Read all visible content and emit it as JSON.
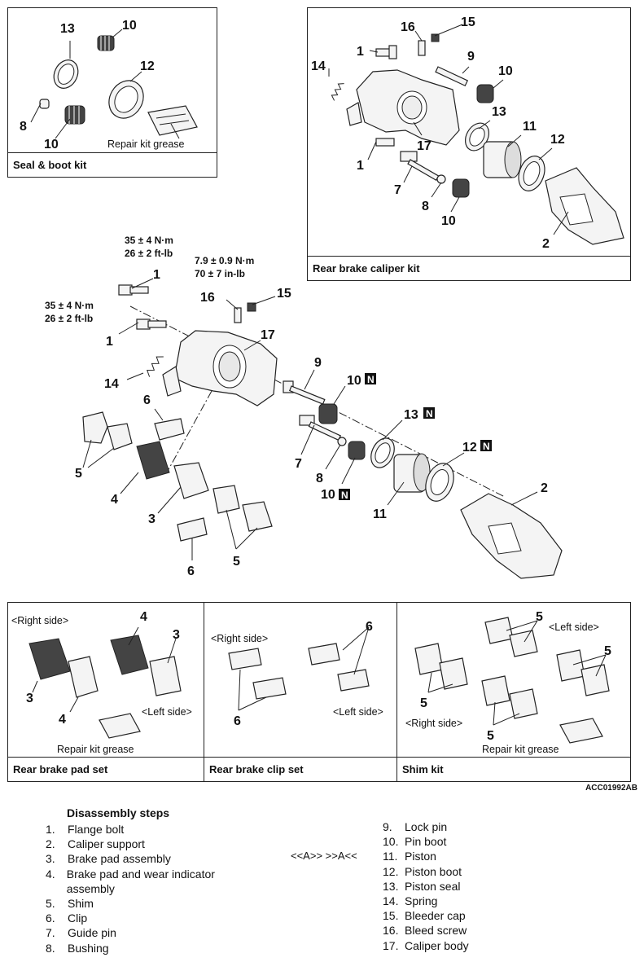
{
  "seal_boot_kit": {
    "caption": "Seal & boot kit",
    "grease_label": "Repair kit grease",
    "callouts": [
      "13",
      "10",
      "12",
      "8",
      "10"
    ]
  },
  "caliper_kit": {
    "caption": "Rear brake caliper kit",
    "callouts": [
      "16",
      "15",
      "1",
      "14",
      "9",
      "10",
      "13",
      "11",
      "12",
      "17",
      "1",
      "7",
      "8",
      "10",
      "2"
    ]
  },
  "main_diagram": {
    "torque_1a": "35 ± 4 N·m",
    "torque_1b": "26 ± 2 ft-lb",
    "torque_2a": "35 ± 4 N·m",
    "torque_2b": "26 ± 2 ft-lb",
    "torque_3a": "7.9 ± 0.9 N·m",
    "torque_3b": "70 ± 7 in-lb",
    "new_mark": "N",
    "callouts": [
      "1",
      "16",
      "15",
      "1",
      "17",
      "14",
      "9",
      "10",
      "6",
      "5",
      "4",
      "3",
      "13",
      "7",
      "8",
      "12",
      "10",
      "11",
      "2",
      "6",
      "5"
    ]
  },
  "pad_set": {
    "caption": "Rear brake pad set",
    "right_side": "<Right side>",
    "left_side": "<Left side>",
    "grease_label": "Repair kit grease",
    "callouts": [
      "4",
      "3",
      "3",
      "4"
    ]
  },
  "clip_set": {
    "caption": "Rear brake clip set",
    "right_side": "<Right side>",
    "left_side": "<Left side>",
    "callouts": [
      "6",
      "6"
    ]
  },
  "shim_kit": {
    "caption": "Shim kit",
    "right_side": "<Right side>",
    "left_side": "<Left side>",
    "grease_label": "Repair kit grease",
    "callouts": [
      "5",
      "5",
      "5",
      "5"
    ]
  },
  "doc_code": "ACC01992AB",
  "steps_title": "Disassembly steps",
  "ref_markers": "<<A>>   >>A<<",
  "steps_left": [
    {
      "n": "1.",
      "t": "Flange bolt"
    },
    {
      "n": "2.",
      "t": "Caliper support"
    },
    {
      "n": "3.",
      "t": "Brake pad assembly"
    },
    {
      "n": "4.",
      "t": "Brake pad and wear indicator assembly"
    },
    {
      "n": "5.",
      "t": "Shim"
    },
    {
      "n": "6.",
      "t": "Clip"
    },
    {
      "n": "7.",
      "t": "Guide pin"
    },
    {
      "n": "8.",
      "t": "Bushing"
    }
  ],
  "steps_right": [
    {
      "n": "9.",
      "t": "Lock pin"
    },
    {
      "n": "10.",
      "t": "Pin boot"
    },
    {
      "n": "11.",
      "t": "Piston"
    },
    {
      "n": "12.",
      "t": "Piston boot"
    },
    {
      "n": "13.",
      "t": "Piston seal"
    },
    {
      "n": "14.",
      "t": "Spring"
    },
    {
      "n": "15.",
      "t": "Bleeder cap"
    },
    {
      "n": "16.",
      "t": "Bleed screw"
    },
    {
      "n": "17.",
      "t": "Caliper body"
    }
  ]
}
